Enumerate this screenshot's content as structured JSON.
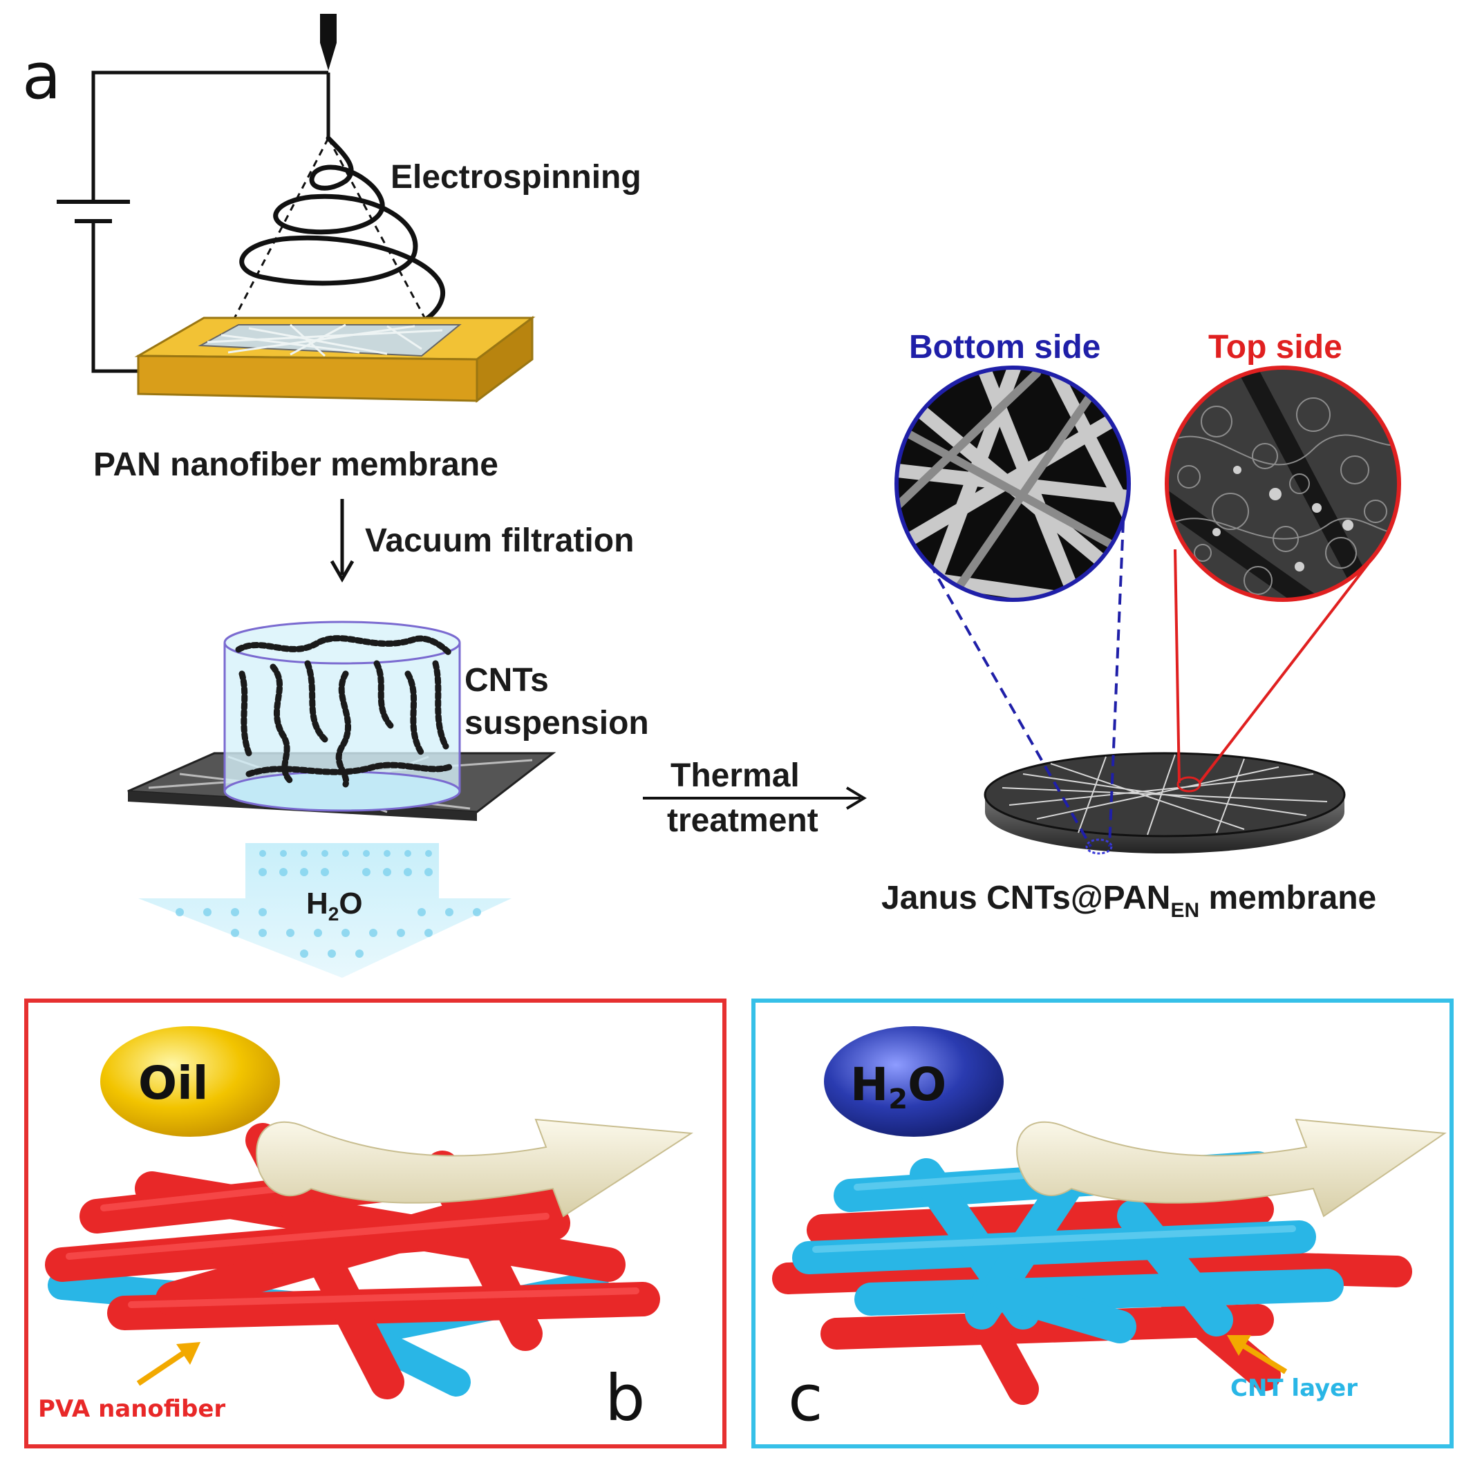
{
  "panel_a": {
    "letter": "a",
    "electrospinning": "Electrospinning",
    "pan_membrane": "PAN nanofiber membrane",
    "vacuum_filtration": "Vacuum filtration",
    "cnts_line1": "CNTs",
    "cnts_line2": "suspension",
    "water_main": "H",
    "water_sub": "2",
    "water_end": "O",
    "thermal_line1": "Thermal",
    "thermal_line2": "treatment",
    "bottom_side": "Bottom side",
    "top_side": "Top side",
    "janus_main": "Janus CNTs@PAN",
    "janus_sub": "EN",
    "janus_end": " membrane"
  },
  "panel_b": {
    "letter": "b",
    "drop_label": "Oil",
    "fiber_label": "PVA nanofiber"
  },
  "panel_c": {
    "letter": "c",
    "drop_main": "H",
    "drop_sub": "2",
    "drop_end": "O",
    "layer_label": "CNT layer"
  },
  "colors": {
    "blue_ring": "#1f1fa8",
    "red_ring": "#e02020",
    "substrate": "#e8b52a",
    "water_blue": "#8ad8f0",
    "fiber_red": "#e82828",
    "fiber_blue": "#29b6e6",
    "oil_yellow": "#f2c400",
    "h2o_drop": "#2a3bb0",
    "arrow_cream": "#efe9cf",
    "frame_b": "#e63030",
    "frame_c": "#36c0e8"
  }
}
